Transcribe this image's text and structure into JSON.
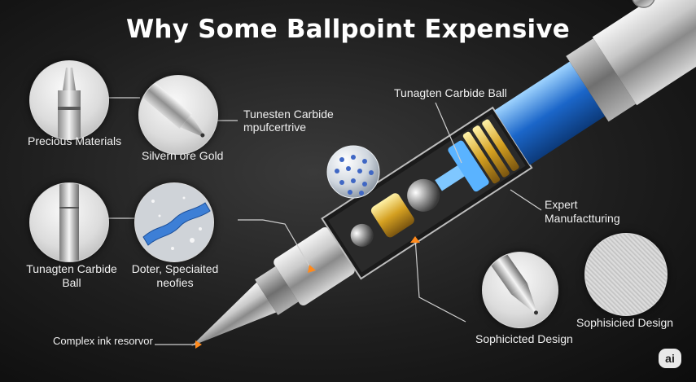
{
  "title": "Why Some Ballpoint Expensive",
  "labels": {
    "precious_materials": "Precious Materials",
    "silvern_gold": "Silvern ore Gold",
    "tunesten_line1": "Tunesten Carbide",
    "tunesten_line2": "mpufcertrive",
    "tunagten_ball_top": "Tunagten Carbide Ball",
    "expert_line1": "Expert",
    "expert_line2": "Manufactturing",
    "tunagten_left_line1": "Tunagten Carbide",
    "tunagten_left_line2": "Ball",
    "doter_line1": "Doter, Speciaited",
    "doter_line2": "neofies",
    "complex_ink": "Complex ink resorvor",
    "sophicicted_design": "Sophicicted Design",
    "sophisicied_design": "Sophisicied Design"
  },
  "badge": "ai",
  "icons": [
    "pen-barrel-closeup-icon",
    "pen-tip-closeup-icon",
    "refill-cylinder-icon",
    "ink-texture-icon",
    "carbide-ball-icon",
    "pen-tip-detail-icon",
    "brushed-metal-texture-icon",
    "ballpoint-pen-illustration"
  ]
}
